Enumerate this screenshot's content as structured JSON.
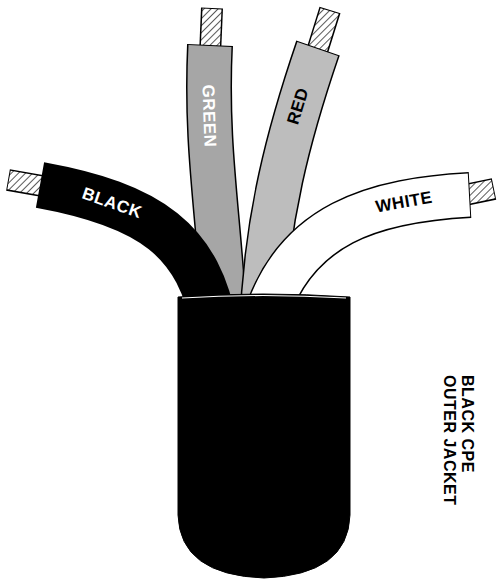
{
  "diagram": {
    "labels": [
      "GREEN",
      "RED",
      "BLACK",
      "WHITE",
      "BLACK CPE OUTER JACKET"
    ]
  }
}
